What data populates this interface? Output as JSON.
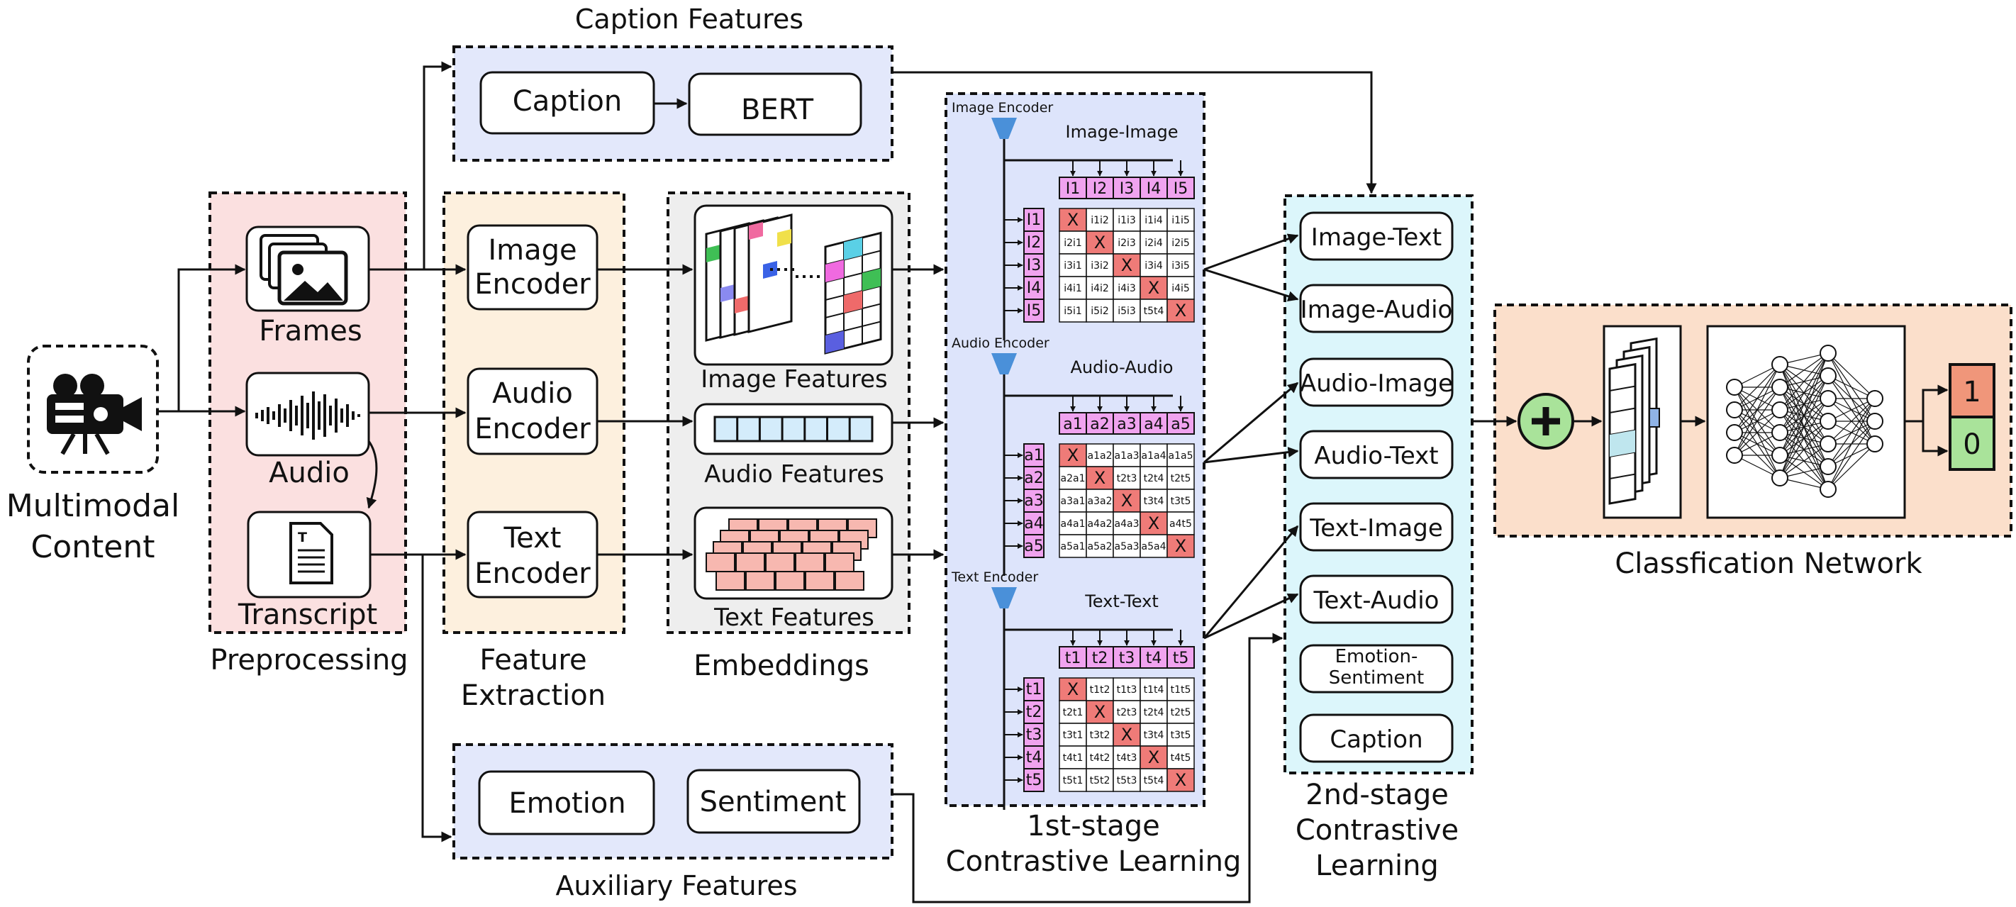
{
  "input": {
    "title_line1": "Multimodal",
    "title_line2": "Content"
  },
  "preprocessing": {
    "label": "Preprocessing",
    "frames": "Frames",
    "audio": "Audio",
    "transcript": "Transcript"
  },
  "feature_extraction": {
    "label_line1": "Feature",
    "label_line2": "Extraction",
    "image_encoder": [
      "Image",
      "Encoder"
    ],
    "audio_encoder": [
      "Audio",
      "Encoder"
    ],
    "text_encoder": [
      "Text",
      "Encoder"
    ]
  },
  "embeddings": {
    "label": "Embeddings",
    "image_features": "Image Features",
    "audio_features": "Audio Features",
    "text_features": "Text Features"
  },
  "caption_features": {
    "label": "Caption Features",
    "caption": "Caption",
    "bert": "BERT"
  },
  "auxiliary_features": {
    "label": "Auxiliary Features",
    "emotion": "Emotion",
    "sentiment": "Sentiment"
  },
  "stage1": {
    "label_line1": "1st-stage",
    "label_line2": "Contrastive Learning",
    "blocks": [
      {
        "encoder": "Image Encoder",
        "title": "Image-Image",
        "cols": [
          "I1",
          "I2",
          "I3",
          "I4",
          "I5"
        ],
        "rows": [
          "I1",
          "I2",
          "I3",
          "I4",
          "I5"
        ],
        "cells": [
          [
            "X",
            "i1i2",
            "i1i3",
            "i1i4",
            "i1i5"
          ],
          [
            "i2i1",
            "X",
            "i2i3",
            "i2i4",
            "i2i5"
          ],
          [
            "i3i1",
            "i3i2",
            "X",
            "i3i4",
            "i3i5"
          ],
          [
            "i4i1",
            "i4i2",
            "i4i3",
            "X",
            "i4i5"
          ],
          [
            "i5i1",
            "i5i2",
            "i5i3",
            "t5t4",
            "X"
          ]
        ]
      },
      {
        "encoder": "Audio Encoder",
        "title": "Audio-Audio",
        "cols": [
          "a1",
          "a2",
          "a3",
          "a4",
          "a5"
        ],
        "rows": [
          "a1",
          "a2",
          "a3",
          "a4",
          "a5"
        ],
        "cells": [
          [
            "X",
            "a1a2",
            "a1a3",
            "a1a4",
            "a1a5"
          ],
          [
            "a2a1",
            "X",
            "t2t3",
            "t2t4",
            "t2t5"
          ],
          [
            "a3a1",
            "a3a2",
            "X",
            "t3t4",
            "t3t5"
          ],
          [
            "a4a1",
            "a4a2",
            "a4a3",
            "X",
            "a4t5"
          ],
          [
            "a5a1",
            "a5a2",
            "a5a3",
            "a5a4",
            "X"
          ]
        ]
      },
      {
        "encoder": "Text Encoder",
        "title": "Text-Text",
        "cols": [
          "t1",
          "t2",
          "t3",
          "t4",
          "t5"
        ],
        "rows": [
          "t1",
          "t2",
          "t3",
          "t4",
          "t5"
        ],
        "cells": [
          [
            "X",
            "t1t2",
            "t1t3",
            "t1t4",
            "t1t5"
          ],
          [
            "t2t1",
            "X",
            "t2t3",
            "t2t4",
            "t2t5"
          ],
          [
            "t3t1",
            "t3t2",
            "X",
            "t3t4",
            "t3t5"
          ],
          [
            "t4t1",
            "t4t2",
            "t4t3",
            "X",
            "t4t5"
          ],
          [
            "t5t1",
            "t5t2",
            "t5t3",
            "t5t4",
            "X"
          ]
        ]
      }
    ]
  },
  "stage2": {
    "label_line1": "2nd-stage",
    "label_line2": "Contrastive",
    "label_line3": "Learning",
    "items": [
      "Image-Text",
      "Image-Audio",
      "Audio-Image",
      "Audio-Text",
      "Text-Image",
      "Text-Audio",
      "Emotion-\nSentiment",
      "Caption"
    ]
  },
  "classification": {
    "label": "Classfication Network",
    "outputs": [
      "1",
      "0"
    ]
  },
  "colors": {
    "caption_bg": "#e3e8fb",
    "preproc_bg": "#fbe0e0",
    "feature_bg": "#fdf0de",
    "embed_bg": "#eeeeee",
    "stage1_bg": "#dde4fb",
    "stage2_bg": "#dcf6fb",
    "class_bg": "#fbdfcb",
    "header_pink": "#f0a3ef",
    "diag_red": "#ef7b78",
    "out1": "#f0967a",
    "out0": "#a9e39a"
  }
}
